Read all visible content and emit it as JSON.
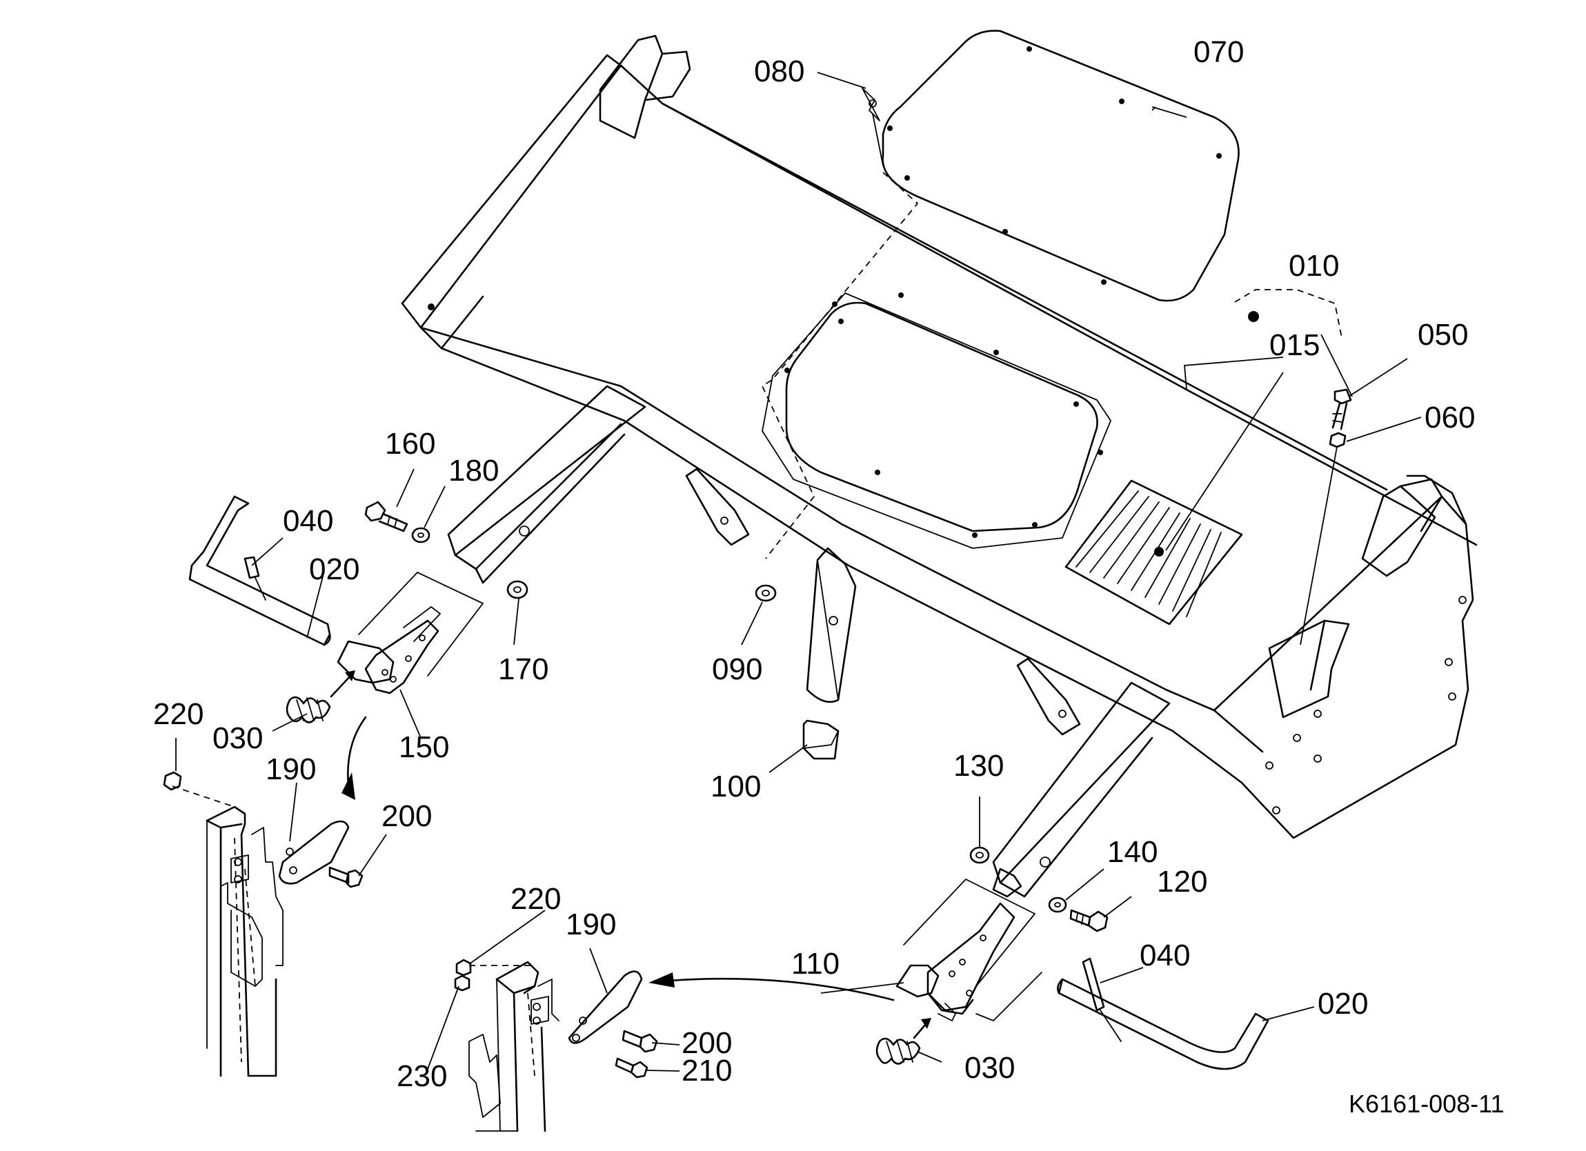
{
  "diagram": {
    "drawing_code": "K6161-008-11",
    "callouts": {
      "c010": "010",
      "c015": "015",
      "c020_left": "020",
      "c020_right": "020",
      "c030_left": "030",
      "c030_right": "030",
      "c040_left": "040",
      "c040_right": "040",
      "c050": "050",
      "c060": "060",
      "c070": "070",
      "c080": "080",
      "c090": "090",
      "c100": "100",
      "c110": "110",
      "c120": "120",
      "c130": "130",
      "c140": "140",
      "c150": "150",
      "c160": "160",
      "c170": "170",
      "c180": "180",
      "c190_left": "190",
      "c190_right": "190",
      "c200_left": "200",
      "c200_right": "200",
      "c210": "210",
      "c220_left": "220",
      "c220_right": "220",
      "c230": "230"
    }
  }
}
